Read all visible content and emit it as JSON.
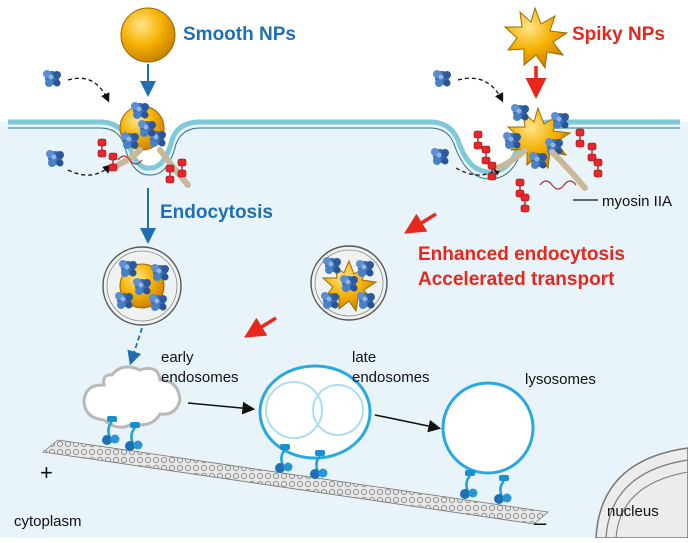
{
  "labels": {
    "smooth_nps": "Smooth NPs",
    "spiky_nps": "Spiky NPs",
    "endocytosis": "Endocytosis",
    "myosin": "myosin IIA",
    "enhanced": "Enhanced endocytosis",
    "accelerated": "Accelerated transport",
    "early": "early",
    "endosomes": "endosomes",
    "late": "late",
    "lysosomes": "lysosomes",
    "plus": "+",
    "minus": "–",
    "cytoplasm": "cytoplasm",
    "nucleus": "nucleus"
  },
  "colors": {
    "smooth_blue": "#1f6fb5",
    "spiky_red": "#e8261c",
    "cytoplasm_fill": "#e8f4fa",
    "membrane": "#7fc9d8",
    "protein": "#3b6fb6",
    "gold": "#f2a400",
    "endosome_blue": "#29a9e0"
  }
}
